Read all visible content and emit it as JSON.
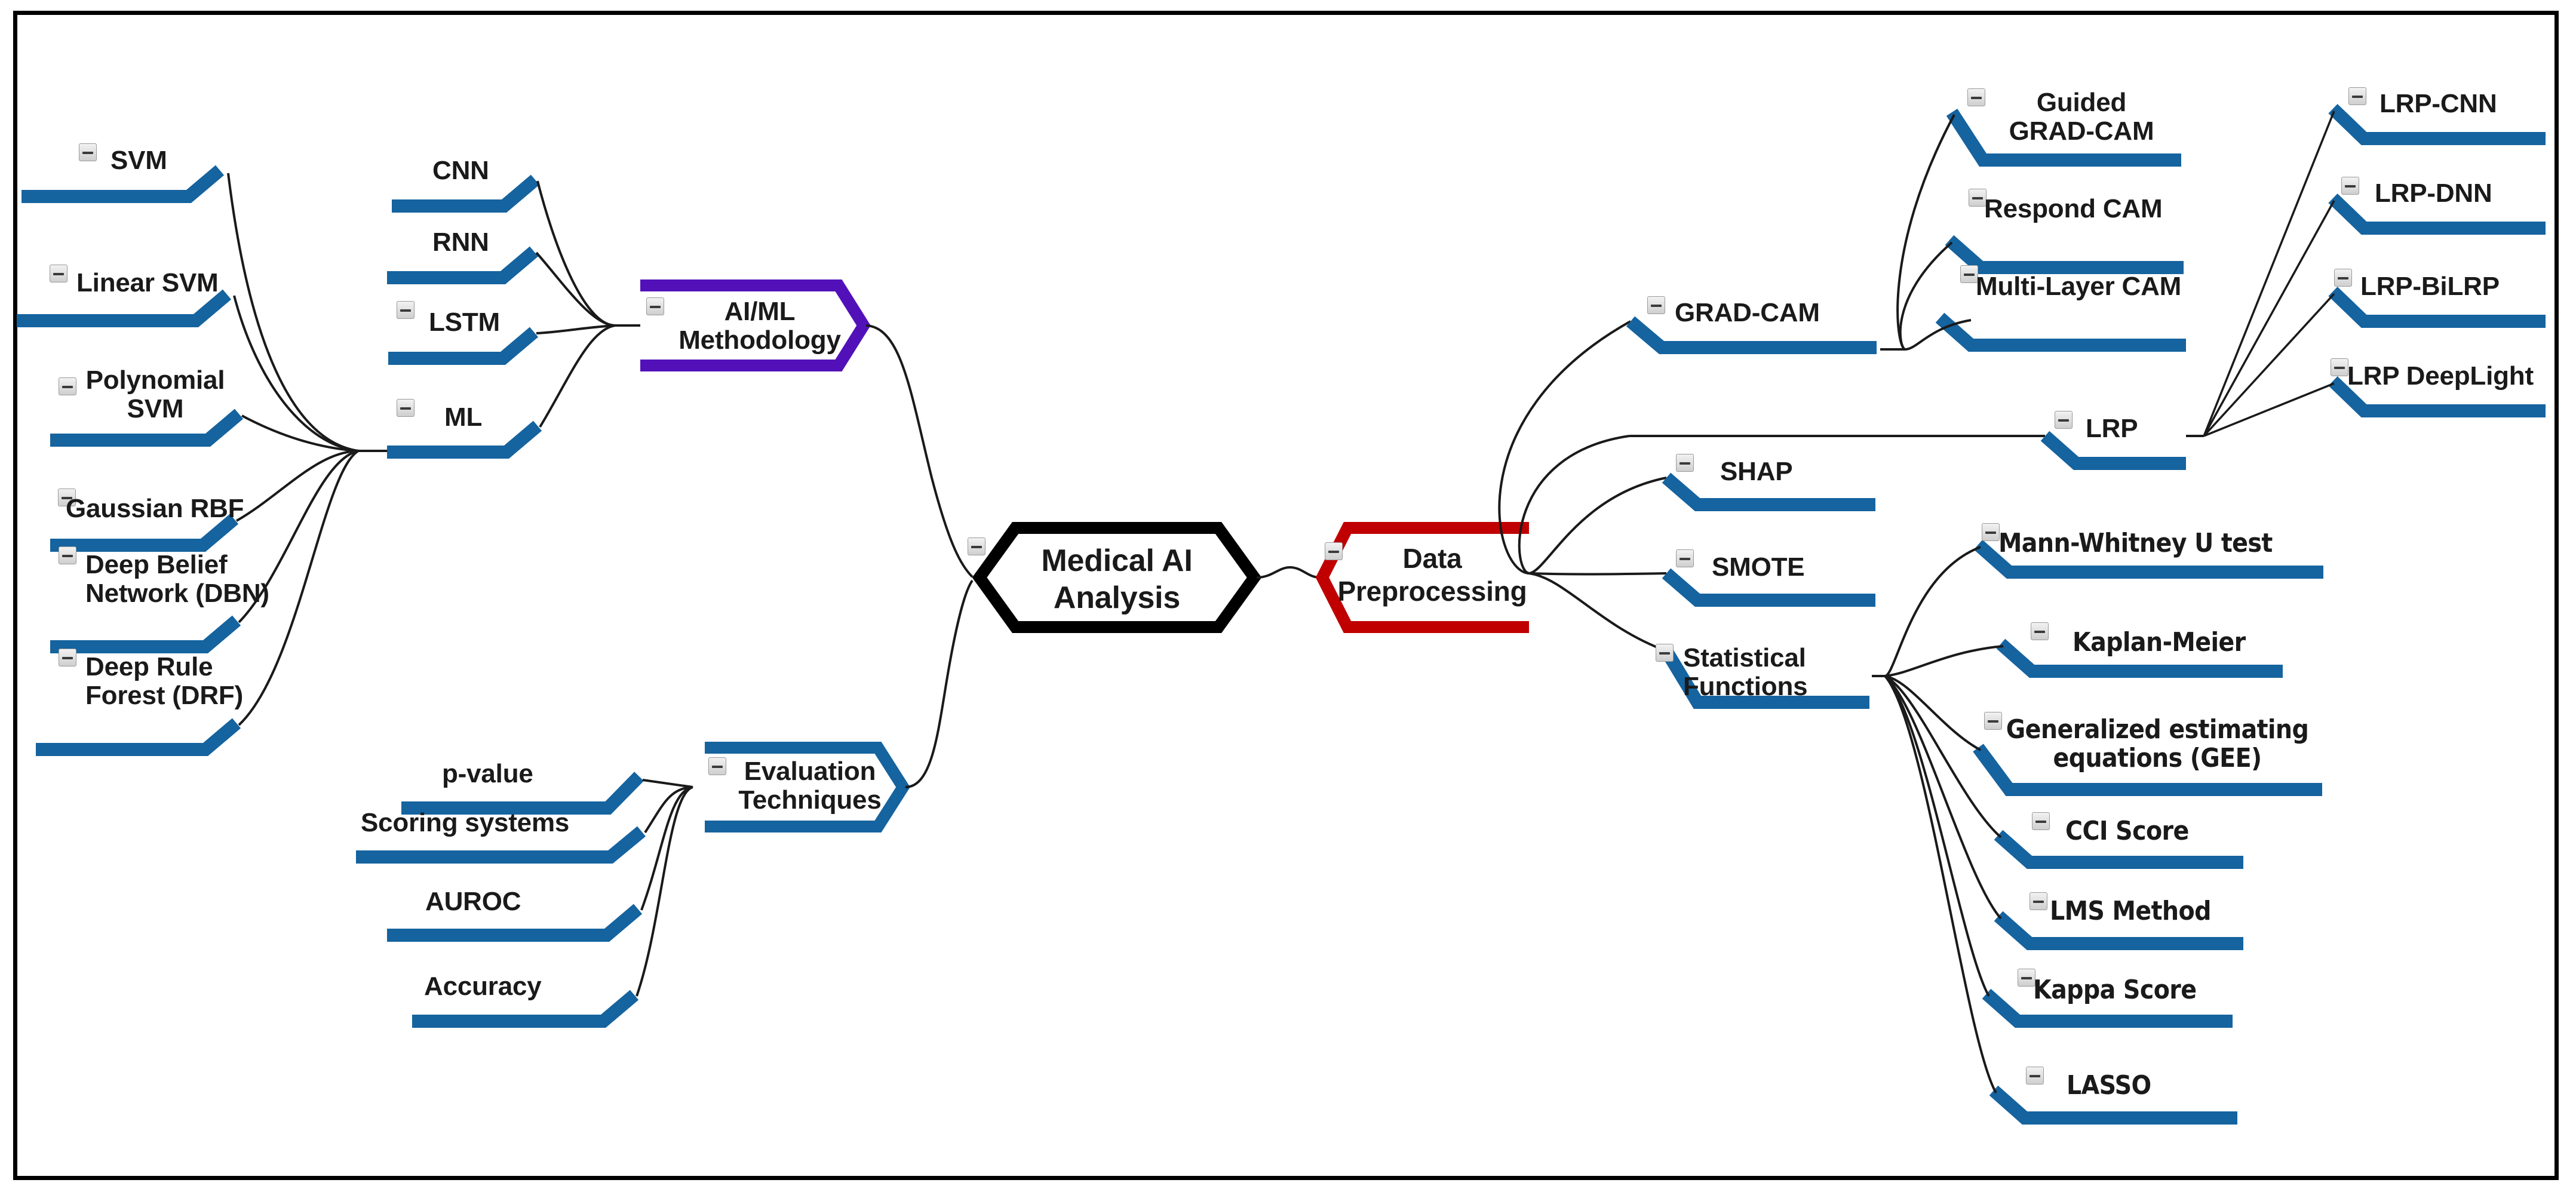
{
  "diagram": {
    "title": "Medical AI Analysis",
    "type": "mind-map",
    "colors": {
      "blue_bar": "#15639f",
      "blue_bar_light": "#cfe4f5",
      "purple": "#5211b8",
      "red": "#c00000",
      "black": "#000000",
      "text": "#1a1a1a",
      "background": "#ffffff",
      "frame": "#000000",
      "toggle_face": "#e6e6e6",
      "toggle_border": "#9a9a9a"
    },
    "toggle_icon": "collapse-minus-icon"
  },
  "nodes": {
    "root": {
      "label": "Medical AI\nAnalysis",
      "shape": "hexagon",
      "color": "#000000"
    },
    "ai_ml_methodology": {
      "label": "AI/ML\nMethodology",
      "shape": "chevron-right",
      "color": "#5211b8"
    },
    "evaluation_techniques": {
      "label": "Evaluation\nTechniques",
      "shape": "chevron-right",
      "color": "#15639f"
    },
    "data_preprocessing": {
      "label": "Data\nPreprocessing",
      "shape": "chevron-left",
      "color": "#c00000"
    }
  },
  "branches": {
    "svm_family": {
      "parent": "ml",
      "items": [
        {
          "label": "SVM",
          "has_toggle": true
        },
        {
          "label": "Linear SVM",
          "has_toggle": true
        },
        {
          "label": "Polynomial\nSVM",
          "has_toggle": true
        },
        {
          "label": "Gaussian RBF",
          "has_toggle": true
        },
        {
          "label": "Deep Belief\nNetwork (DBN)",
          "has_toggle": true
        },
        {
          "label": "Deep Rule\nForest (DRF)",
          "has_toggle": true
        }
      ]
    },
    "ai_ml_children": {
      "parent": "ai_ml_methodology",
      "items": [
        {
          "label": "CNN",
          "has_toggle": false
        },
        {
          "label": "RNN",
          "has_toggle": false
        },
        {
          "label": "LSTM",
          "has_toggle": true
        },
        {
          "label": "ML",
          "has_toggle": true
        }
      ]
    },
    "evaluation_children": {
      "parent": "evaluation_techniques",
      "items": [
        {
          "label": "p-value",
          "has_toggle": false
        },
        {
          "label": "Scoring systems",
          "has_toggle": false
        },
        {
          "label": "AUROC",
          "has_toggle": false
        },
        {
          "label": "Accuracy",
          "has_toggle": false
        }
      ]
    },
    "preprocessing_children": {
      "parent": "data_preprocessing",
      "items": [
        {
          "label": "GRAD-CAM",
          "has_toggle": true
        },
        {
          "label": "LRP",
          "has_toggle": true
        },
        {
          "label": "SHAP",
          "has_toggle": true
        },
        {
          "label": "SMOTE",
          "has_toggle": true
        },
        {
          "label": "Statistical\nFunctions",
          "has_toggle": true
        }
      ]
    },
    "gradcam_children": {
      "parent": "GRAD-CAM",
      "items": [
        {
          "label": "Guided\nGRAD-CAM",
          "has_toggle": true
        },
        {
          "label": "Respond CAM",
          "has_toggle": true
        },
        {
          "label": "Multi-Layer CAM",
          "has_toggle": true
        }
      ]
    },
    "lrp_children": {
      "parent": "LRP",
      "items": [
        {
          "label": "LRP-CNN",
          "has_toggle": true
        },
        {
          "label": "LRP-DNN",
          "has_toggle": true
        },
        {
          "label": "LRP-BiLRP",
          "has_toggle": true
        },
        {
          "label": "LRP DeepLight",
          "has_toggle": true
        }
      ]
    },
    "statistical_children": {
      "parent": "Statistical Functions",
      "items": [
        {
          "label": "Mann-Whitney U test",
          "has_toggle": true
        },
        {
          "label": "Kaplan-Meier",
          "has_toggle": true
        },
        {
          "label": "Generalized estimating\nequations (GEE)",
          "has_toggle": true
        },
        {
          "label": "CCI Score",
          "has_toggle": true
        },
        {
          "label": "LMS Method",
          "has_toggle": true
        },
        {
          "label": "Kappa Score",
          "has_toggle": true
        },
        {
          "label": "LASSO",
          "has_toggle": true
        }
      ]
    }
  }
}
